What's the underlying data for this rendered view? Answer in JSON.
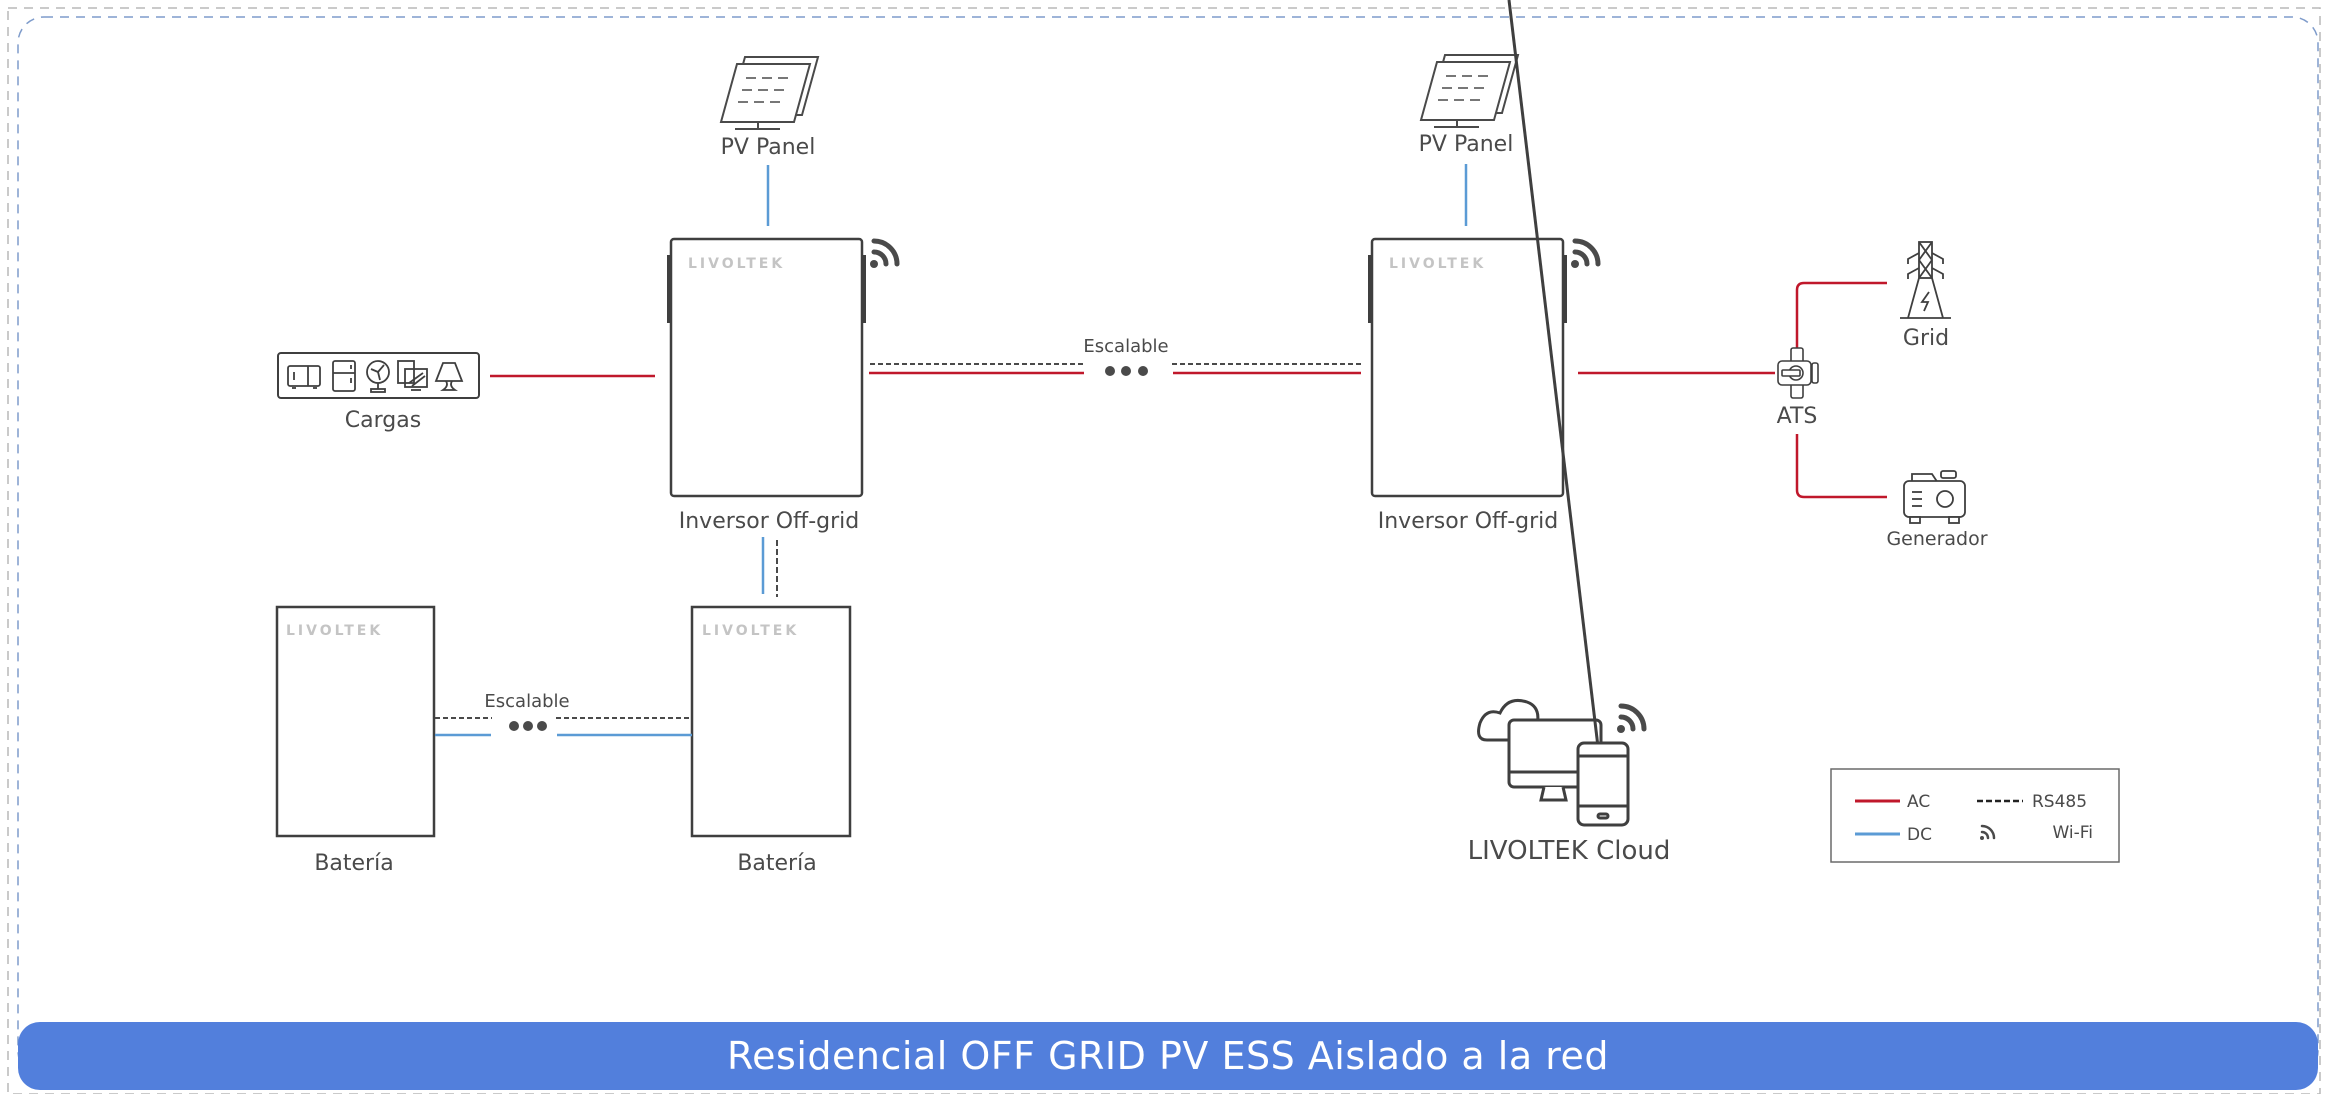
{
  "title": "Residencial OFF GRID PV ESS Aislado a la red",
  "colors": {
    "ac": "#c0182b",
    "dc": "#5b9bd5",
    "rs485": "#4a4a4a",
    "device_stroke": "#3f3f3f",
    "banner": "#527fdc",
    "brand_text": "#c4c4c4"
  },
  "nodes": {
    "pv_panel_left": {
      "label": "PV Panel",
      "icon": "solar-panel-icon"
    },
    "pv_panel_right": {
      "label": "PV Panel",
      "icon": "solar-panel-icon"
    },
    "inverter_left": {
      "label": "Inversor Off-grid",
      "brand": "LIVOLTEK",
      "icon": "wifi-icon"
    },
    "inverter_right": {
      "label": "Inversor Off-grid",
      "brand": "LIVOLTEK",
      "icon": "wifi-icon"
    },
    "loads": {
      "label": "Cargas",
      "icons": [
        "microwave-icon",
        "fridge-icon",
        "fan-icon",
        "tv-monitor-icon",
        "lamp-icon"
      ]
    },
    "battery_left": {
      "label": "Batería",
      "brand": "LIVOLTEK"
    },
    "battery_right": {
      "label": "Batería",
      "brand": "LIVOLTEK"
    },
    "ats": {
      "label": "ATS",
      "icon": "transfer-switch-icon"
    },
    "grid": {
      "label": "Grid",
      "icon": "power-tower-icon"
    },
    "generator": {
      "label": "Generador",
      "icon": "generator-icon"
    },
    "cloud": {
      "label": "LIVOLTEK Cloud",
      "icon": "cloud-devices-icon"
    }
  },
  "scalable": {
    "inverters_label": "Escalable",
    "batteries_label": "Escalable"
  },
  "legend": {
    "items": [
      {
        "label": "AC",
        "type": "ac-line"
      },
      {
        "label": "RS485",
        "type": "rs485-dashed-line"
      },
      {
        "label": "DC",
        "type": "dc-line"
      },
      {
        "label": "Wi-Fi",
        "type": "wifi-icon"
      }
    ]
  },
  "connections": [
    {
      "from": "pv_panel_left",
      "to": "inverter_left",
      "type": "DC"
    },
    {
      "from": "pv_panel_right",
      "to": "inverter_right",
      "type": "DC"
    },
    {
      "from": "loads",
      "to": "inverter_left",
      "type": "AC"
    },
    {
      "from": "inverter_left",
      "to": "inverter_right",
      "type": "AC"
    },
    {
      "from": "inverter_left",
      "to": "inverter_right",
      "type": "RS485"
    },
    {
      "from": "inverter_left",
      "to": "battery_right",
      "type": "DC"
    },
    {
      "from": "inverter_left",
      "to": "battery_right",
      "type": "RS485"
    },
    {
      "from": "battery_left",
      "to": "battery_right",
      "type": "DC"
    },
    {
      "from": "battery_left",
      "to": "battery_right",
      "type": "RS485"
    },
    {
      "from": "inverter_right",
      "to": "ats",
      "type": "AC"
    },
    {
      "from": "ats",
      "to": "grid",
      "type": "AC"
    },
    {
      "from": "ats",
      "to": "generator",
      "type": "AC"
    }
  ]
}
